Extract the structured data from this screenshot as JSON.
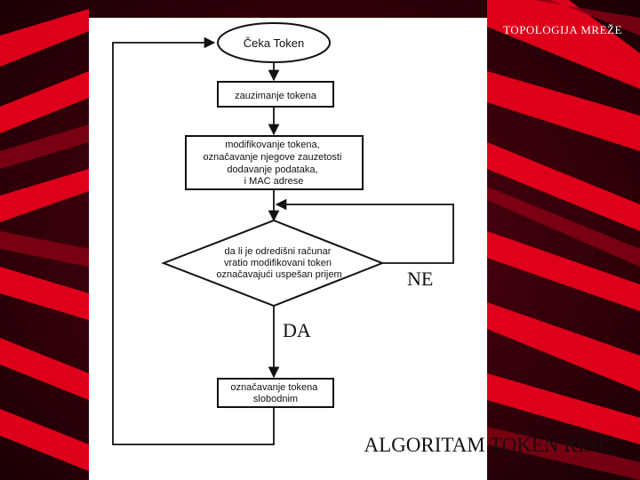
{
  "slide": {
    "header": "TOPOLOGIJA MREŽE",
    "footer": "ALGORITAM TOKEN RING"
  },
  "flowchart": {
    "start": "Čeka Token",
    "step1": "zauzimanje tokena",
    "step2": [
      "modifikovanje tokena,",
      "označavanje njegove zauzetosti",
      "dodavanje podataka,",
      "i MAC adrese"
    ],
    "decision": [
      "da li je odredišni računar",
      "vratio modifikovani token",
      "označavajući uspešan prijem"
    ],
    "label_no": "NE",
    "label_yes": "DA",
    "step3": [
      "označavanje tokena",
      "slobodnim"
    ]
  },
  "colors": {
    "background_dark": "#1a0004",
    "accent_red": "#e8001c",
    "panel": "#ffffff",
    "ink": "#111111"
  }
}
